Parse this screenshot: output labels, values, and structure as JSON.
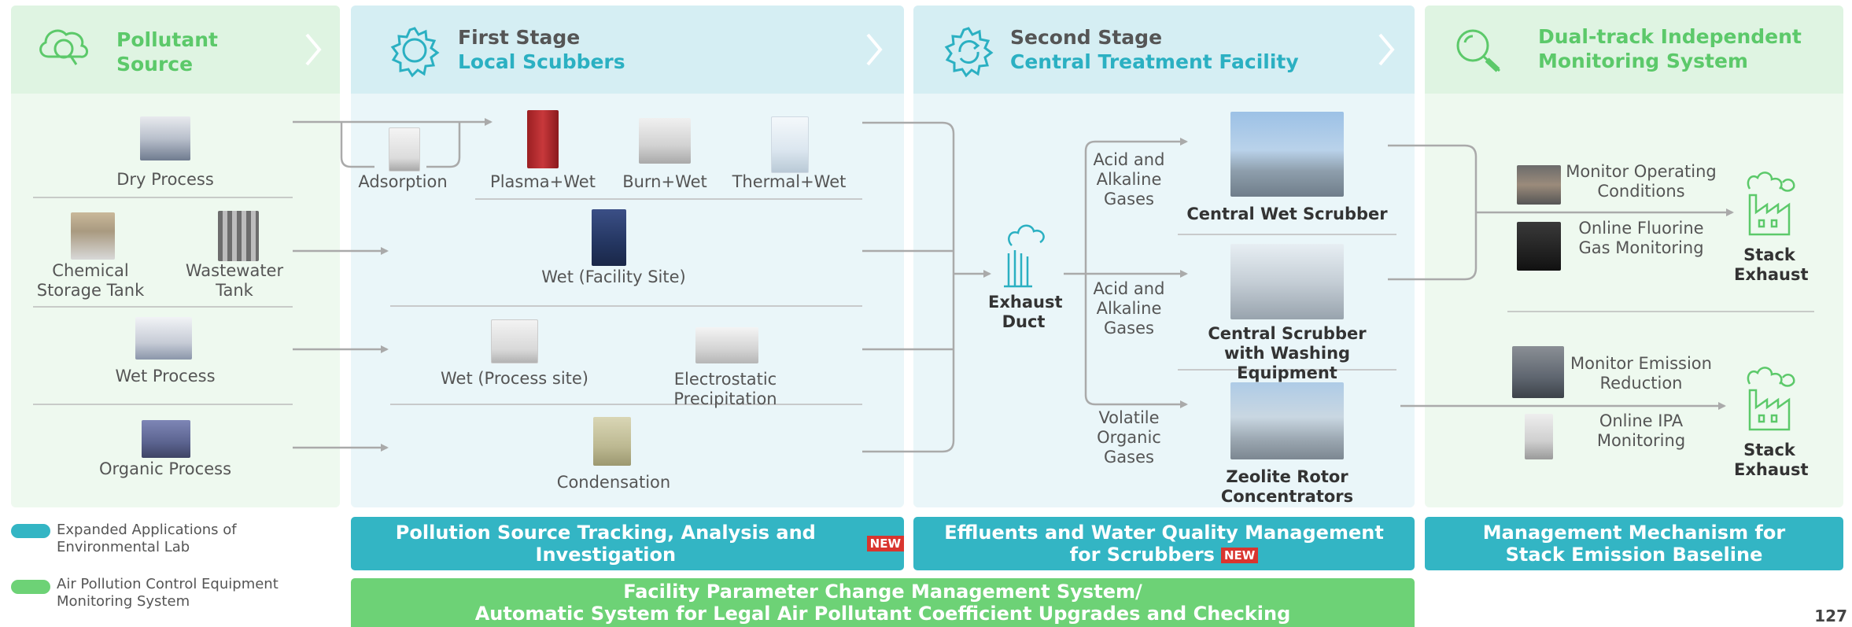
{
  "columns": {
    "source": {
      "title1": "Pollutant",
      "title2": "Source"
    },
    "first": {
      "title1": "First Stage",
      "title2": "Local Scubbers"
    },
    "second": {
      "title1": "Second Stage",
      "title2": "Central Treatment Facility"
    },
    "monitor": {
      "title1": "Dual-track Independent",
      "title2": "Monitoring System"
    }
  },
  "sources": {
    "dry": "Dry Process",
    "chemical": "Chemical Storage Tank",
    "wastewater": "Wastewater Tank",
    "wet": "Wet Process",
    "organic": "Organic Process"
  },
  "scrubbers": {
    "adsorption": "Adsorption",
    "plasma": "Plasma+Wet",
    "burn": "Burn+Wet",
    "thermal": "Thermal+Wet",
    "wet_facility": "Wet (Facility Site)",
    "wet_process": "Wet (Process site)",
    "electrostatic": "Electrostatic Precipitation",
    "condensation": "Condensation"
  },
  "central": {
    "exhaust_duct": "Exhaust Duct",
    "gas1": "Acid and Alkaline Gases",
    "gas2": "Acid and Alkaline Gases",
    "gas3": "Volatile Organic Gases",
    "central_wet": "Central Wet Scrubber",
    "central_washing": "Central Scrubber with Washing Equipment",
    "zeolite": "Zeolite Rotor Concentrators"
  },
  "monitoring": {
    "operating": "Monitor Operating Conditions",
    "fluorine": "Online Fluorine Gas Monitoring",
    "emission": "Monitor Emission Reduction",
    "ipa": "Online IPA Monitoring",
    "stack1": "Stack Exhaust",
    "stack2": "Stack Exhaust"
  },
  "bars": {
    "tracking": "Pollution Source Tracking, Analysis and Investigation",
    "tracking_badge": "NEW",
    "effluents": "Effluents and Water Quality Management for Scrubbers",
    "effluents_badge": "NEW",
    "mechanism": "Management Mechanism for Stack Emission Baseline",
    "facility_line1": "Facility Parameter Change Management System/",
    "facility_line2": "Automatic System for Legal Air Pollutant Coefficient Upgrades and Checking"
  },
  "legend": {
    "teal": "Expanded Applications of Environmental Lab",
    "green": "Air Pollution Control Equipment Monitoring System"
  },
  "page_number": "127",
  "colors": {
    "teal": "#33b5c4",
    "green": "#6dd276",
    "green_text": "#5cc96a",
    "teal_text": "#2bb0c2",
    "arrow": "#aaaaaa",
    "badge": "#d9352f"
  }
}
